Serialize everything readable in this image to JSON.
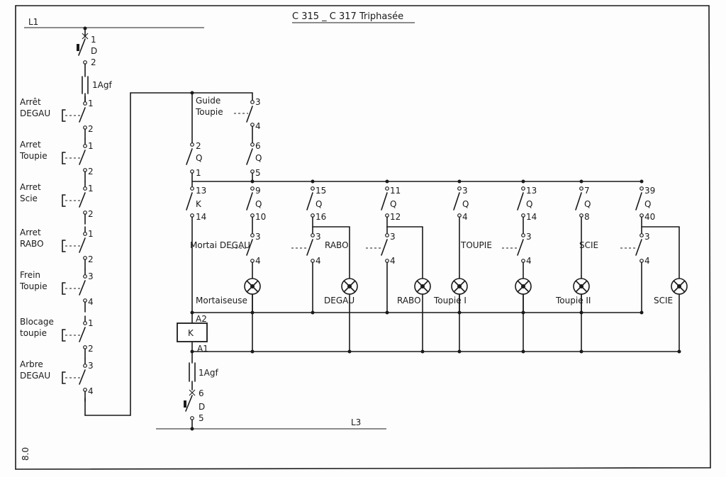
{
  "title": "C 315 _ C 317  Triphasée",
  "lines": {
    "l1": "L1",
    "l3": "L3"
  },
  "page_marker": "8.0",
  "left_chain": {
    "breaker": {
      "name": "D",
      "top": "1",
      "bottom": "2"
    },
    "fuse": "1Agf",
    "buttons": [
      {
        "line1": "Arrêt",
        "line2": "DEGAU",
        "top": "1",
        "bottom": "2"
      },
      {
        "line1": "Arret",
        "line2": "Toupie",
        "top": "1",
        "bottom": "2"
      },
      {
        "line1": "Arret",
        "line2": "Scie",
        "top": "1",
        "bottom": "2"
      },
      {
        "line1": "Arret",
        "line2": "RABO",
        "top": "1",
        "bottom": "2"
      },
      {
        "line1": "Frein",
        "line2": "Toupie",
        "top": "3",
        "bottom": "4"
      },
      {
        "line1": "Blocage",
        "line2": "toupie",
        "top": "1",
        "bottom": "2"
      },
      {
        "line1": "Arbre",
        "line2": "DEGAU",
        "top": "3",
        "bottom": "4"
      }
    ]
  },
  "center": {
    "guide_toupie": {
      "line1": "Guide",
      "line2": "Toupie",
      "top": "3",
      "bottom": "4"
    },
    "q_left": {
      "name": "Q",
      "top": "2",
      "bottom": "1"
    },
    "q_right": {
      "name": "Q",
      "top": "6",
      "bottom": "5"
    },
    "k_contact": {
      "name": "K",
      "top": "13",
      "bottom": "14"
    },
    "coil": {
      "name": "K",
      "a2": "A2",
      "a1": "A1"
    },
    "fuse": "1Agf",
    "breaker": {
      "name": "D",
      "top": "6",
      "bottom": "5"
    },
    "mortaiseuse": "Mortaiseuse"
  },
  "branches": [
    {
      "q_top": "9",
      "q_name": "Q",
      "q_bottom": "10",
      "btn_label": "Mortai DEGAU",
      "btn_top": "3",
      "btn_bottom": "4",
      "lamp_label": ""
    },
    {
      "q_top": "15",
      "q_name": "Q",
      "q_bottom": "16",
      "btn_label": "",
      "btn_top": "3",
      "btn_bottom": "4",
      "lamp_label": "DEGAU"
    },
    {
      "q_top": "11",
      "q_name": "Q",
      "q_bottom": "12",
      "btn_label": "RABO",
      "btn_top": "3",
      "btn_bottom": "4",
      "lamp_label": "RABO"
    },
    {
      "q_top": "3",
      "q_name": "Q",
      "q_bottom": "4",
      "btn_label": "",
      "btn_top": "",
      "btn_bottom": "",
      "lamp_label": "Toupie I"
    },
    {
      "q_top": "13",
      "q_name": "Q",
      "q_bottom": "14",
      "btn_label": "TOUPIE",
      "btn_top": "3",
      "btn_bottom": "4",
      "lamp_label": ""
    },
    {
      "q_top": "7",
      "q_name": "Q",
      "q_bottom": "8",
      "btn_label": "",
      "btn_top": "",
      "btn_bottom": "",
      "lamp_label": "Toupie II"
    },
    {
      "q_top": "39",
      "q_name": "Q",
      "q_bottom": "40",
      "btn_label": "SCIE",
      "btn_top": "3",
      "btn_bottom": "4",
      "lamp_label": "SCIE"
    }
  ]
}
